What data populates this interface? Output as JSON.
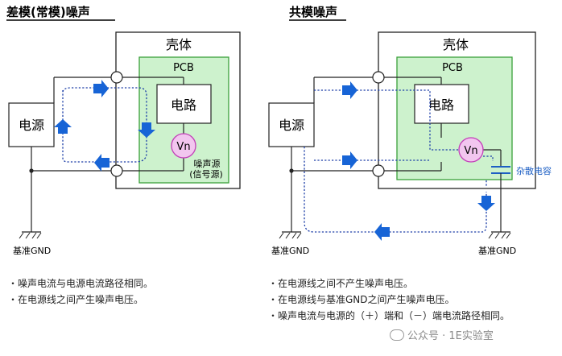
{
  "left": {
    "title": "差模(常模)噪声",
    "shell": "壳体",
    "pcb": "PCB",
    "circuit": "电路",
    "source": "电源",
    "vn": "Vn",
    "noise_source_line1": "噪声源",
    "noise_source_line2": "(信号源)",
    "gnd": "基准GND",
    "notes": [
      "・噪声电流与电源电流路径相同。",
      "・在电源线之间产生噪声电压。"
    ]
  },
  "right": {
    "title": "共模噪声",
    "shell": "壳体",
    "pcb": "PCB",
    "circuit": "电路",
    "source": "电源",
    "vn": "Vn",
    "stray_cap": "杂散电容",
    "gnd_left": "基准GND",
    "gnd_right": "基准GND",
    "notes": [
      "・在电源线之间不产生噪声电压。",
      "・在电源线与基准GND之间产生噪声电压。",
      "・噪声电流与电源的（＋）端和（－）端电流路径相同。"
    ]
  },
  "watermark": "公众号 · 1E实验室",
  "colors": {
    "pcb_fill": "#cdf2cd",
    "pcb_stroke": "#3aa03a",
    "vn_fill": "#f2c6ef",
    "vn_stroke": "#c23fb8",
    "arrow": "#1764d6",
    "dotted": "#1d3fa8",
    "cap": "#1d5fc4"
  }
}
